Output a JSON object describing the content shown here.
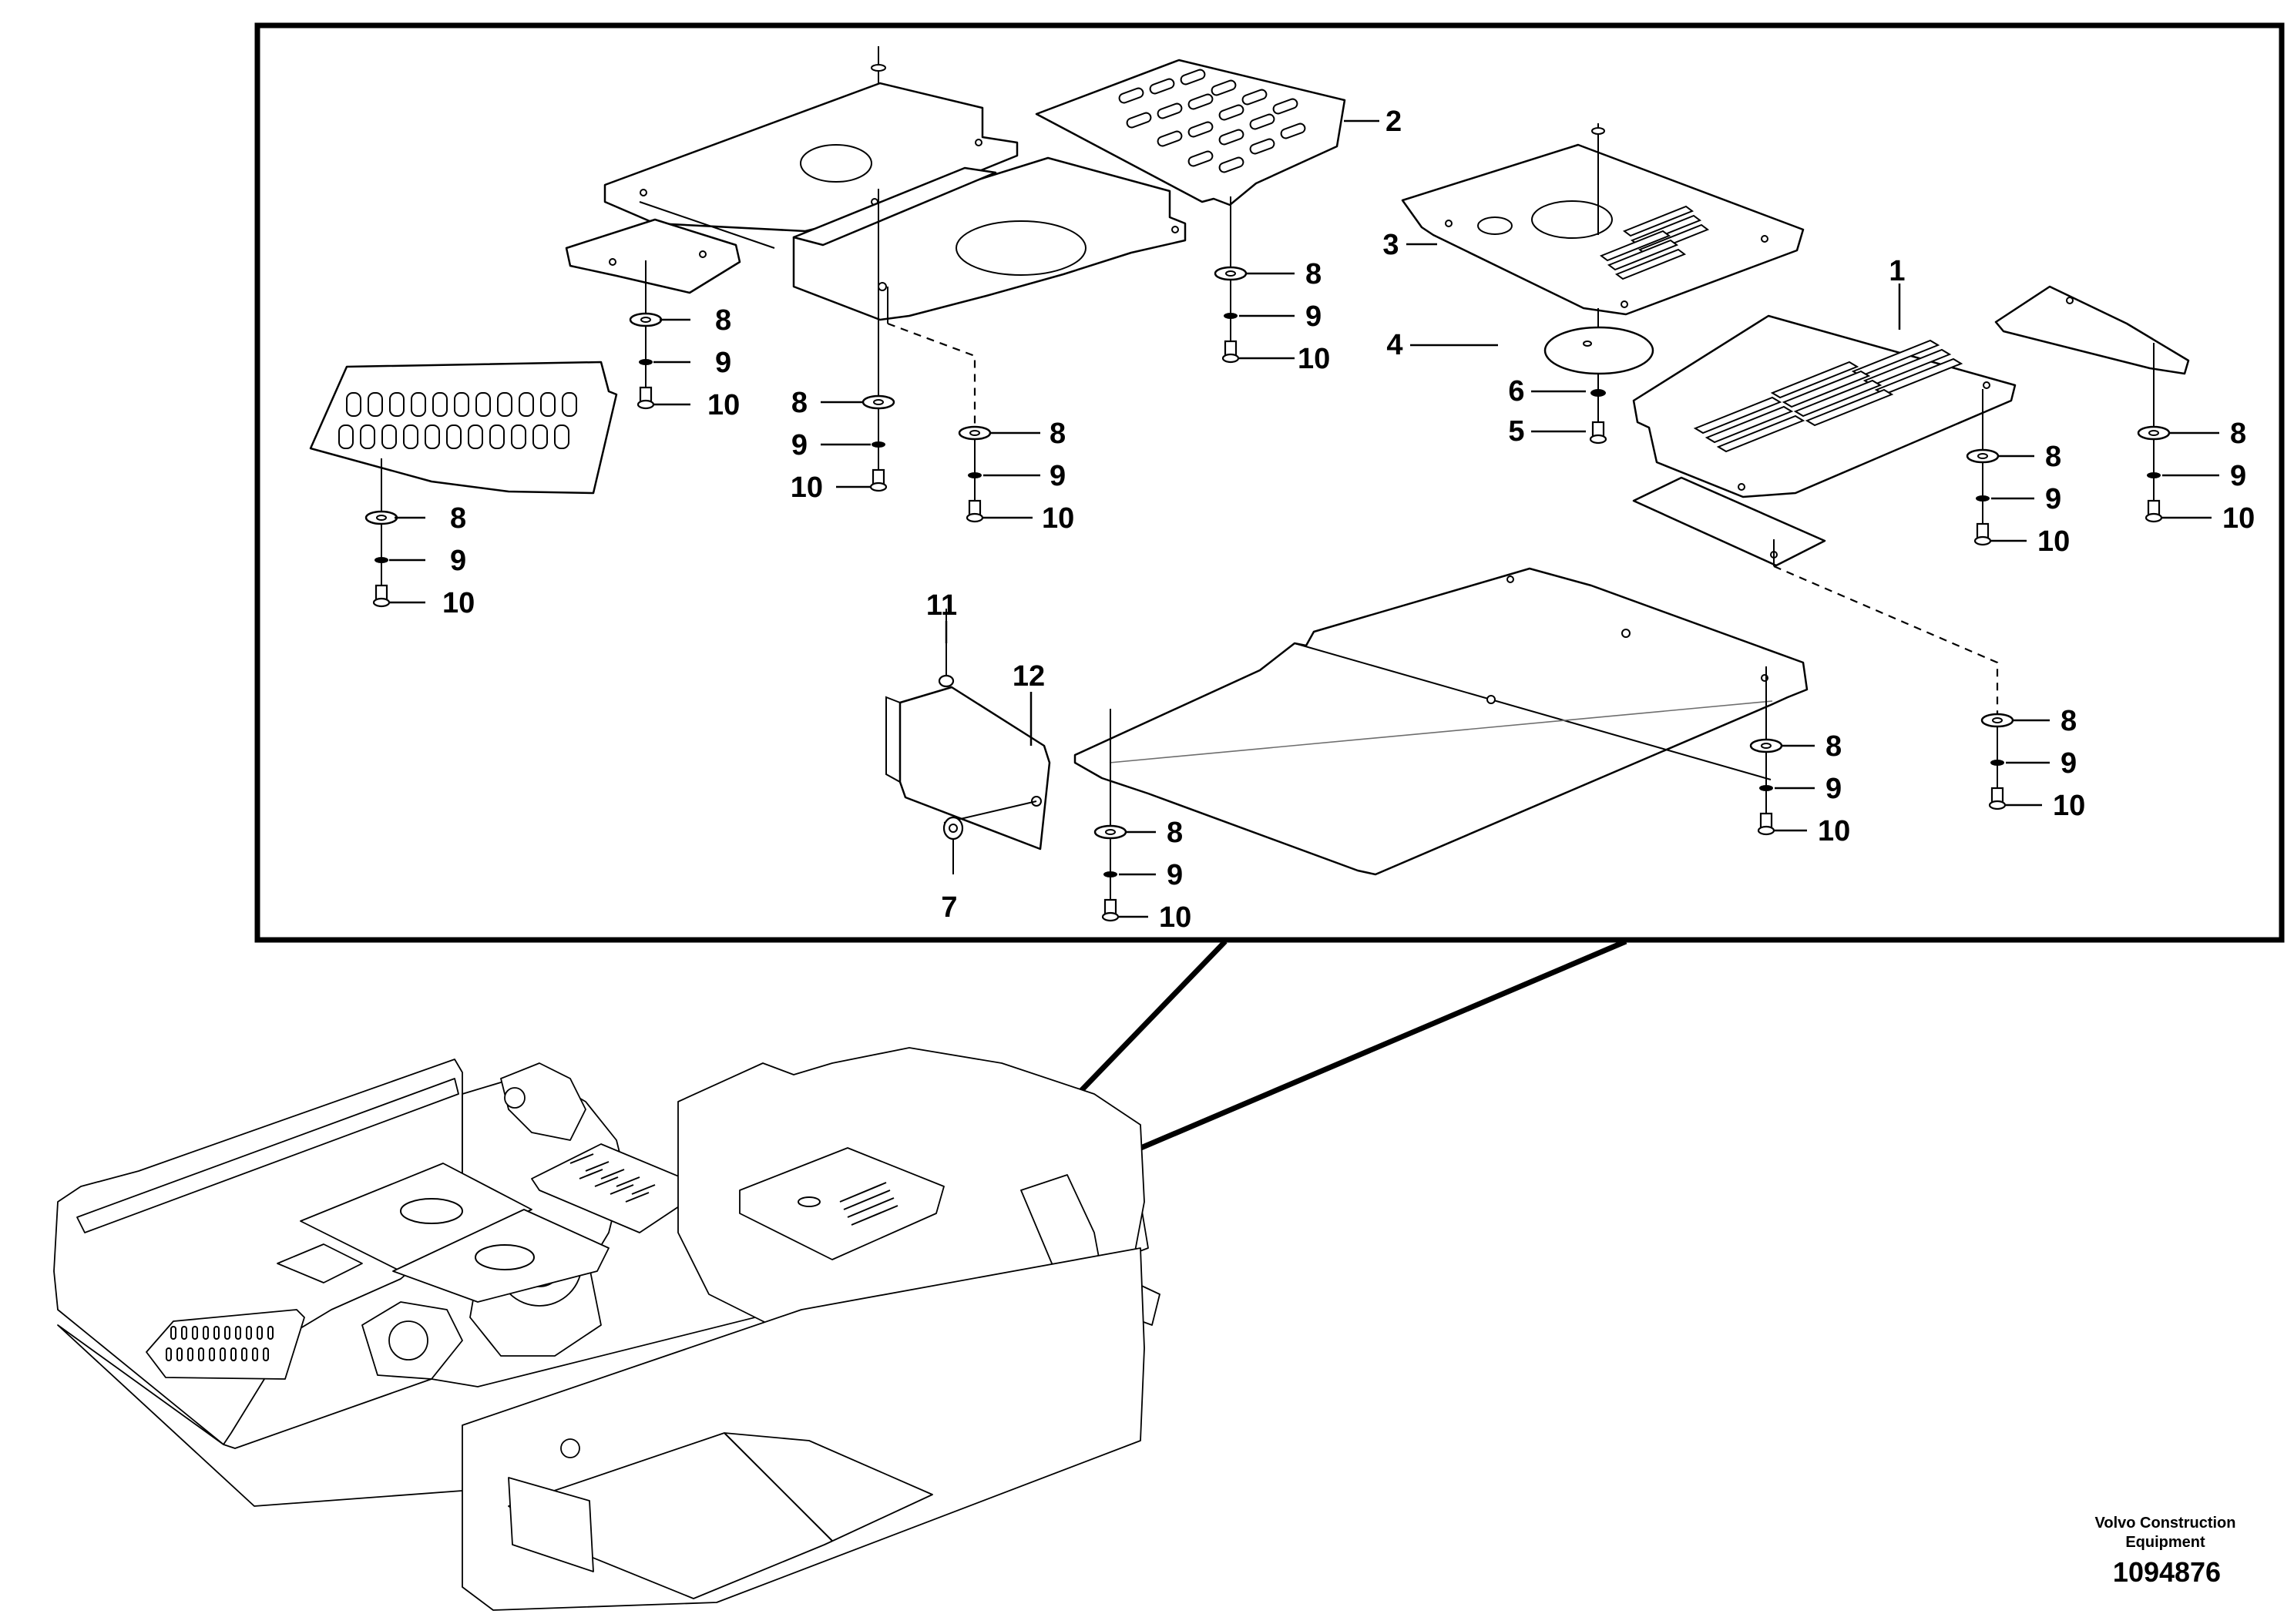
{
  "callouts": {
    "c1": "1",
    "c2": "2",
    "c3": "3",
    "c4": "4",
    "c5": "5",
    "c6": "6",
    "c7": "7",
    "c8": "8",
    "c9": "9",
    "c10": "10",
    "c11": "11",
    "c12": "12"
  },
  "credit": {
    "line1": "Volvo Construction",
    "line2": "Equipment",
    "doc_number": "1094876"
  }
}
